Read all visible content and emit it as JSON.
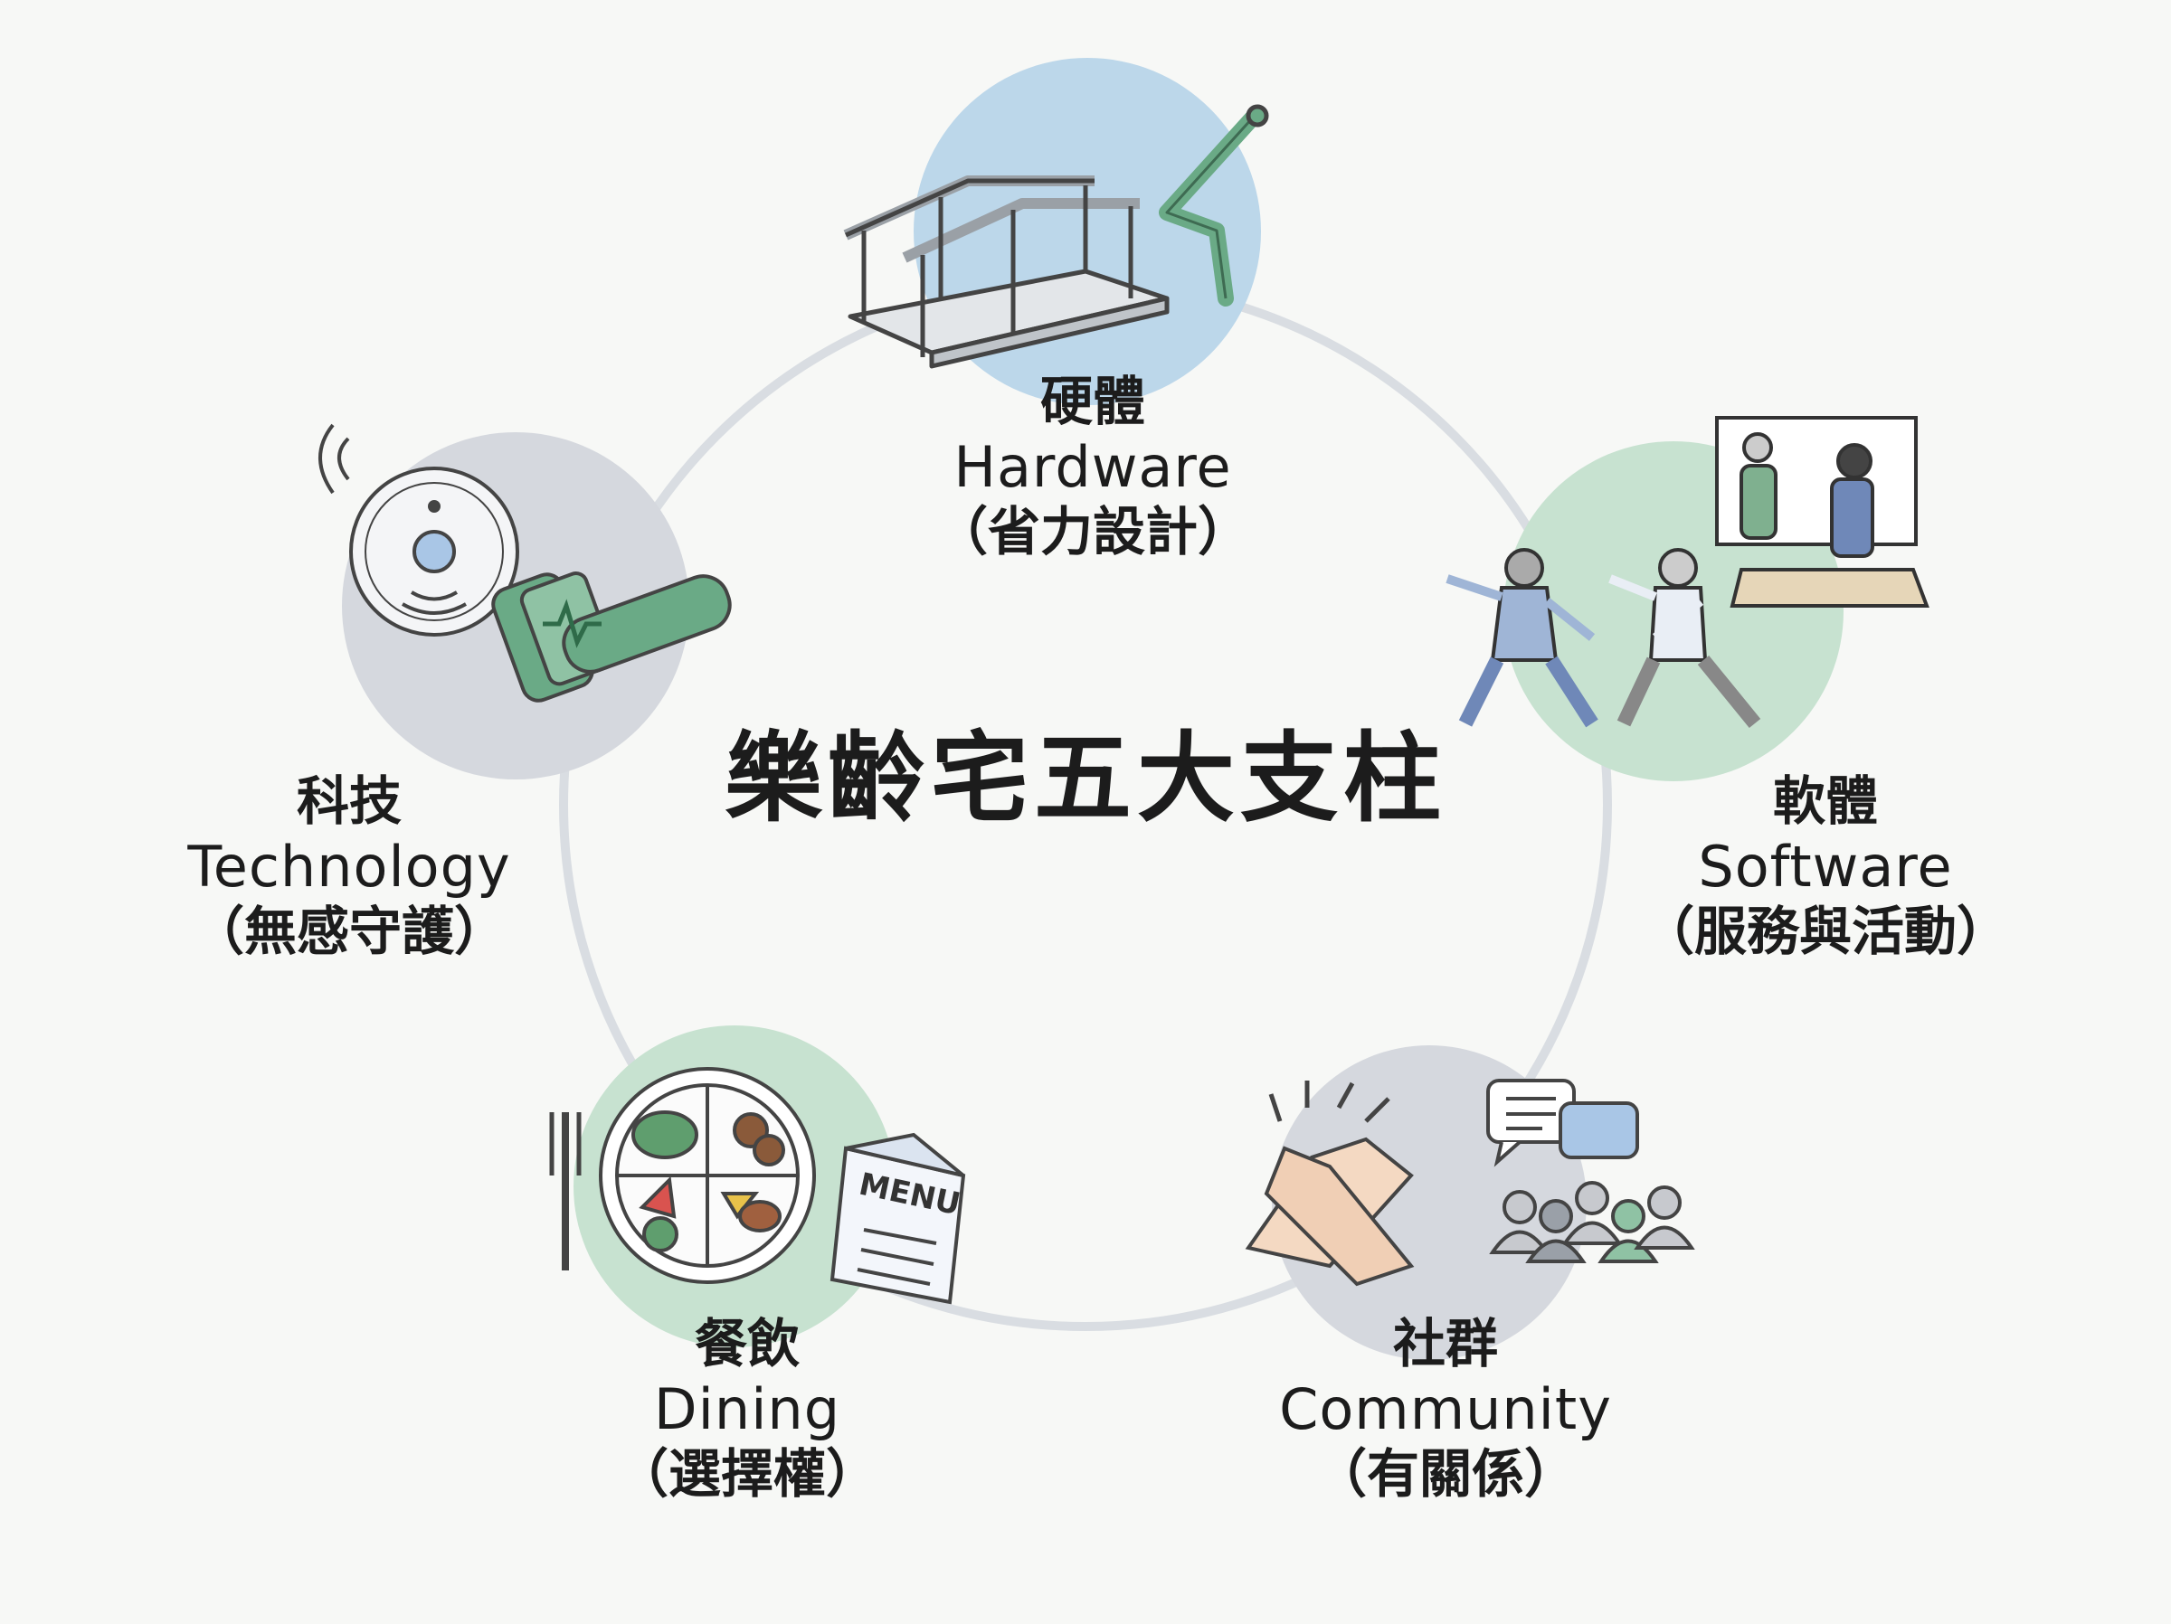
{
  "title": "樂齡宅五大支柱",
  "pillars": [
    {
      "id": "hardware",
      "zh": "硬體",
      "en": "Hardware",
      "sub": "（省力設計）",
      "color": "#bcd7ea"
    },
    {
      "id": "software",
      "zh": "軟體",
      "en": "Software",
      "sub": "（服務與活動）",
      "color": "#c7e2d0"
    },
    {
      "id": "community",
      "zh": "社群",
      "en": "Community",
      "sub": "（有關係）",
      "color": "#d5d8de"
    },
    {
      "id": "dining",
      "zh": "餐飲",
      "en": "Dining",
      "sub": "（選擇權）",
      "color": "#c7e2d0"
    },
    {
      "id": "technology",
      "zh": "科技",
      "en": "Technology",
      "sub": "（無感守護）",
      "color": "#d5d8de"
    }
  ],
  "icons": {
    "hardware": "ramp-handrail-icon",
    "software": "tai-chi-class-icon",
    "community": "handshake-group-icon",
    "dining": "plate-menu-icon",
    "technology": "sensor-smartwatch-icon"
  },
  "menu_text": "MENU",
  "colors": {
    "ring": "#d9dde2",
    "ink": "#3a3a3a",
    "green": "#6aaa86"
  }
}
